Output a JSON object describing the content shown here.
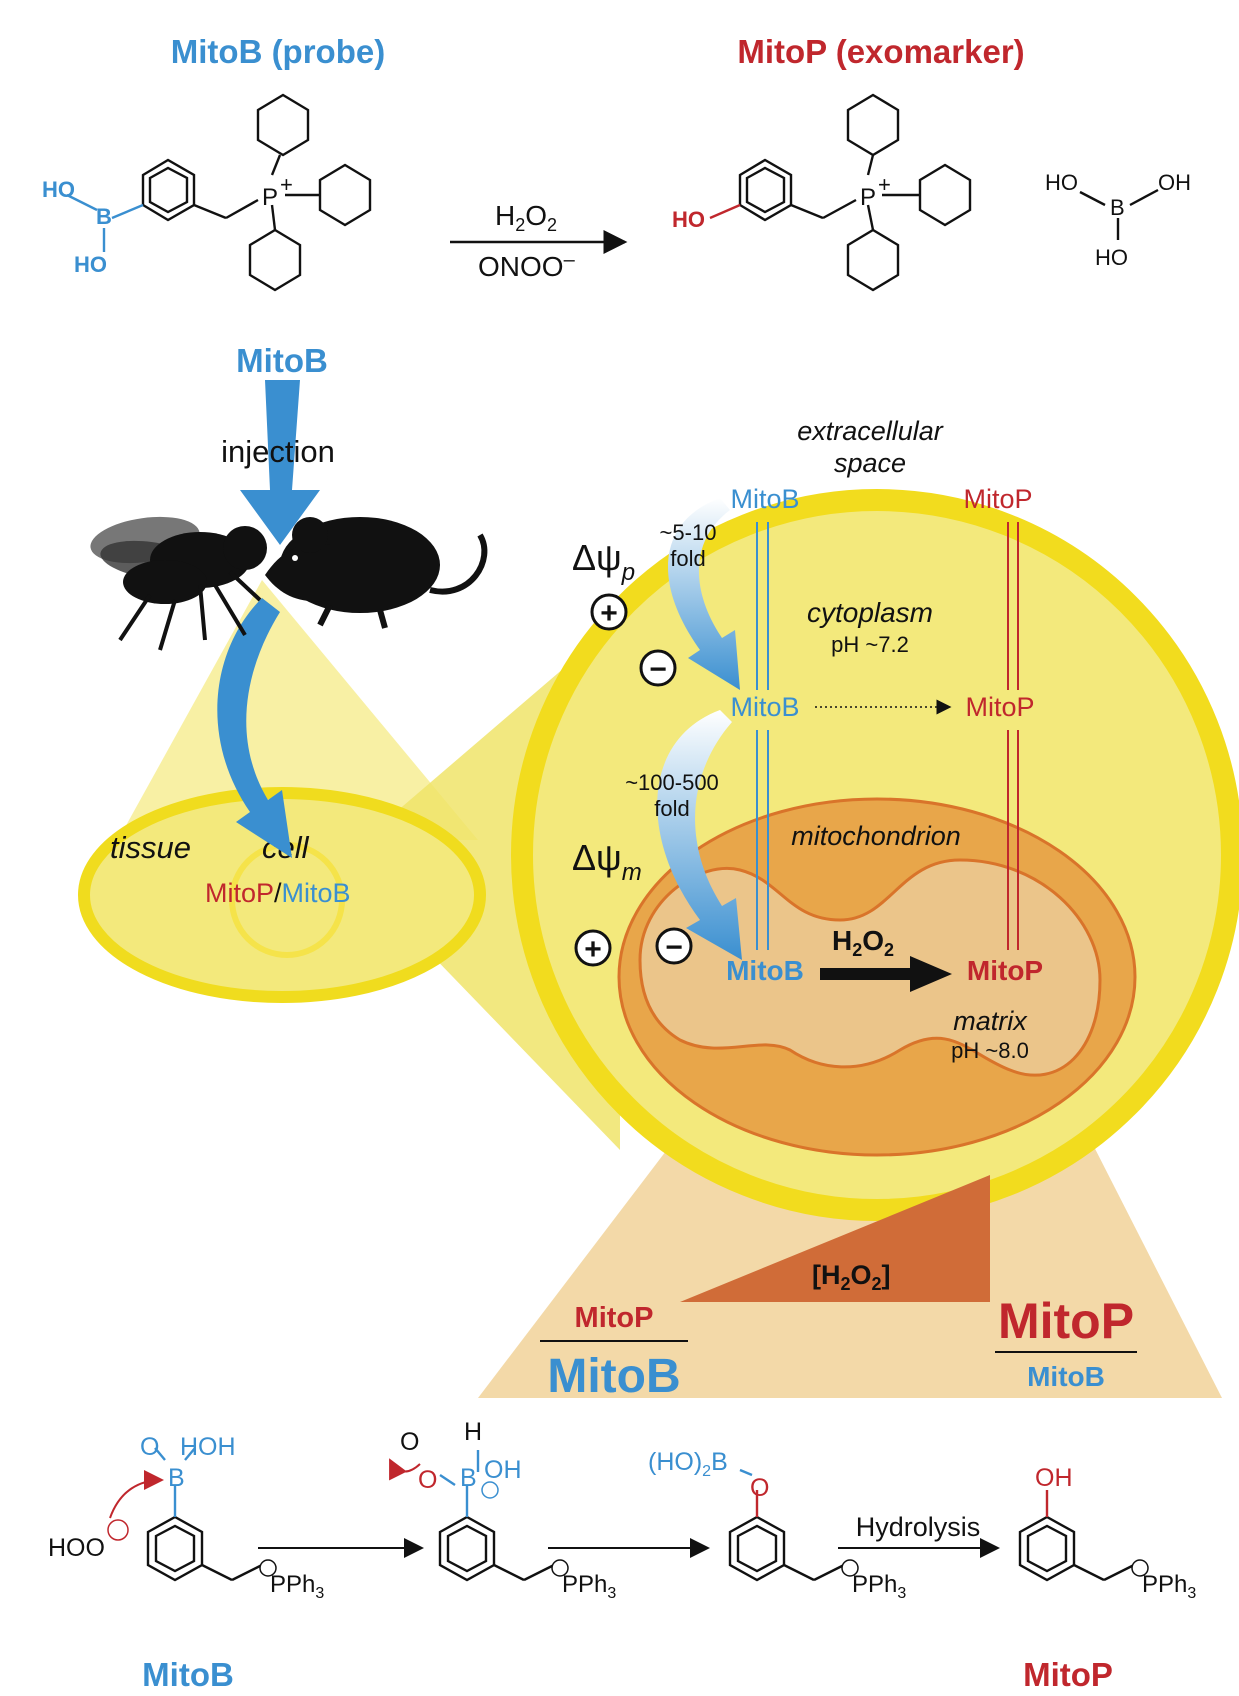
{
  "reaction": {
    "probe_title": "MitoB (probe)",
    "marker_title": "MitoP (exomarker)",
    "ho": "HO",
    "b": "B",
    "p": "P",
    "plus": "+",
    "oh": "OH",
    "reagent_top": "H",
    "reagent_top_sub": "2",
    "reagent_top_o": "O",
    "reagent_top_sub2": "2",
    "reagent_bottom": "ONOO",
    "reagent_bottom_sup": "–"
  },
  "injection": {
    "mitob_label": "MitoB",
    "injection_label": "injection",
    "tissue_label": "tissue",
    "cell_label": "cell",
    "ratio_mitop": "MitoP",
    "ratio_slash": "/",
    "ratio_mitob": "MitoB"
  },
  "cell": {
    "extracellular": "extracellular",
    "space": "space",
    "mitob": "MitoB",
    "mitop": "MitoP",
    "psi_p": "Δψ",
    "psi_p_sub": "p",
    "psi_m": "Δψ",
    "psi_m_sub": "m",
    "fold1_a": "~5-10",
    "fold1_b": "fold",
    "fold2_a": "~100-500",
    "fold2_b": "fold",
    "cytoplasm": "cytoplasm",
    "cytoplasm_ph": "pH ~7.2",
    "mitochondrion": "mitochondrion",
    "matrix": "matrix",
    "matrix_ph": "pH ~8.0",
    "h2o2_h": "H",
    "h2o2_sub": "2",
    "h2o2_o": "O",
    "h2o2_sub2": "2",
    "plus_sign": "+",
    "minus_sign": "−"
  },
  "gradient": {
    "label_open": "[H",
    "label_sub": "2",
    "label_o": "O",
    "label_sub2": "2",
    "label_close": "]",
    "left_num": "MitoP",
    "left_den": "MitoB",
    "right_num": "MitoP",
    "right_den": "MitoB"
  },
  "mechanism": {
    "hoo": "HOO",
    "o": "O",
    "b": "B",
    "hoh": "HOH",
    "h": "H",
    "oh": "OH",
    "o2": "O",
    "ho2b": "(HO)",
    "ho2b_sub": "2",
    "ho2b_b": "B",
    "pph": "PPh",
    "pph_sub": "3",
    "hydrolysis": "Hydrolysis",
    "mitob": "MitoB",
    "mitop": "MitoP"
  },
  "colors": {
    "blue": "#3a8fd0",
    "red": "#c0272d",
    "yellow": "#f5e046",
    "orange": "#e8a64a",
    "tan": "#f3d9a8"
  },
  "icons": [
    "fly-icon",
    "mouse-icon"
  ]
}
